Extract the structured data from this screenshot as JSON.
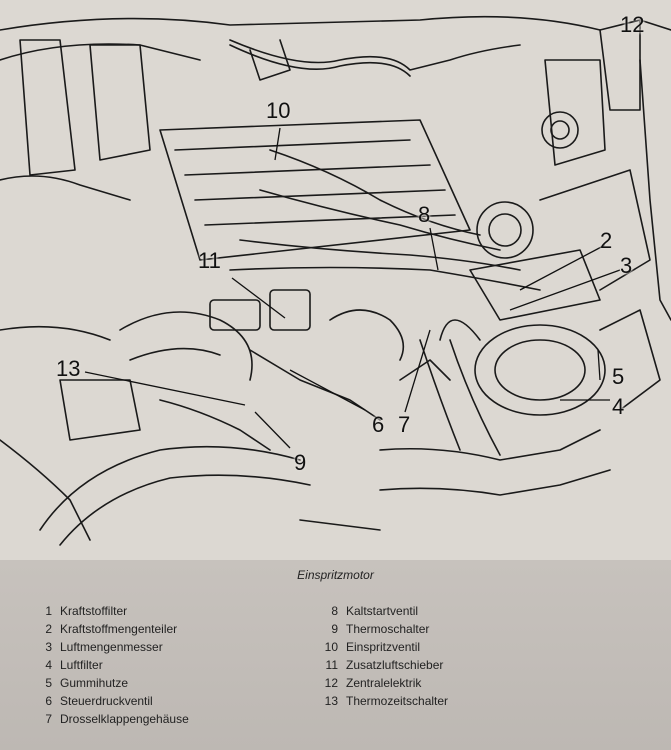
{
  "callouts": [
    "12",
    "10",
    "8",
    "2",
    "3",
    "11",
    "13",
    "5",
    "4",
    "6",
    "7",
    "9"
  ],
  "caption": "Einspritzmotor",
  "legend_left": [
    {
      "num": "1",
      "label": "Kraftstoffilter"
    },
    {
      "num": "2",
      "label": "Kraftstoffmengenteiler"
    },
    {
      "num": "3",
      "label": "Luftmengenmesser"
    },
    {
      "num": "4",
      "label": "Luftfilter"
    },
    {
      "num": "5",
      "label": "Gummihutze"
    },
    {
      "num": "6",
      "label": "Steuerdruckventil"
    },
    {
      "num": "7",
      "label": "Drosselklappengehäuse"
    }
  ],
  "legend_right": [
    {
      "num": "8",
      "label": "Kaltstartventil"
    },
    {
      "num": "9",
      "label": "Thermoschalter"
    },
    {
      "num": "10",
      "label": "Einspritzventil"
    },
    {
      "num": "11",
      "label": "Zusatzluftschieber"
    },
    {
      "num": "12",
      "label": "Zentralelektrik"
    },
    {
      "num": "13",
      "label": "Thermozeitschalter"
    }
  ]
}
